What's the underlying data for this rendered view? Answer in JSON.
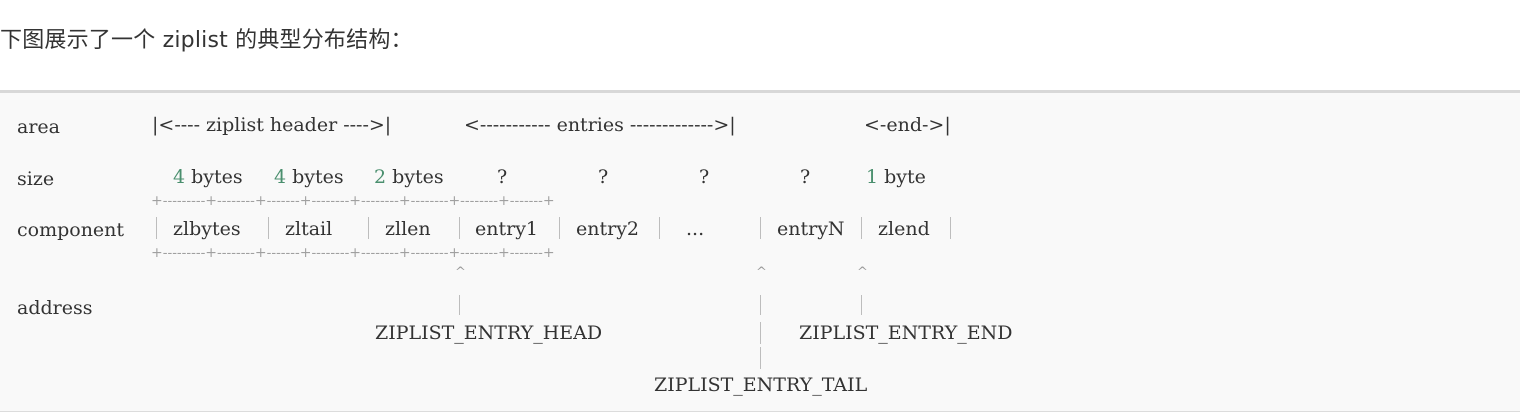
{
  "intro_text": "下图展示了一个 ziplist 的典型分布结构：",
  "diagram": {
    "area": {
      "label": "area",
      "header_span": "|<---- ziplist header ---->|",
      "entries_span": "<----------- entries ------------->|",
      "end_span": "<-end->|"
    },
    "size": {
      "label": "size",
      "zlbytes_size_num": "4",
      "zlbytes_size_unit": " bytes",
      "zltail_size_num": "4",
      "zltail_size_unit": " bytes",
      "zllen_size_num": "2",
      "zllen_size_unit": " bytes",
      "entry1_size": "?",
      "entry2_size": "?",
      "dots_size": "?",
      "entryN_size": "?",
      "zlend_size_num": "1",
      "zlend_size_unit": " byte"
    },
    "component": {
      "label": "component",
      "cells": [
        "zlbytes",
        "zltail",
        "zllen",
        "entry1",
        "entry2",
        "...",
        "entryN",
        "zlend"
      ]
    },
    "address": {
      "label": "address",
      "entry_head": "ZIPLIST_ENTRY_HEAD",
      "entry_end": "ZIPLIST_ENTRY_END",
      "entry_tail": "ZIPLIST_ENTRY_TAIL"
    },
    "border_line": "+---------+--------+-------+--------+--------+--------+--------+-------+",
    "caret_glyph": "^"
  }
}
